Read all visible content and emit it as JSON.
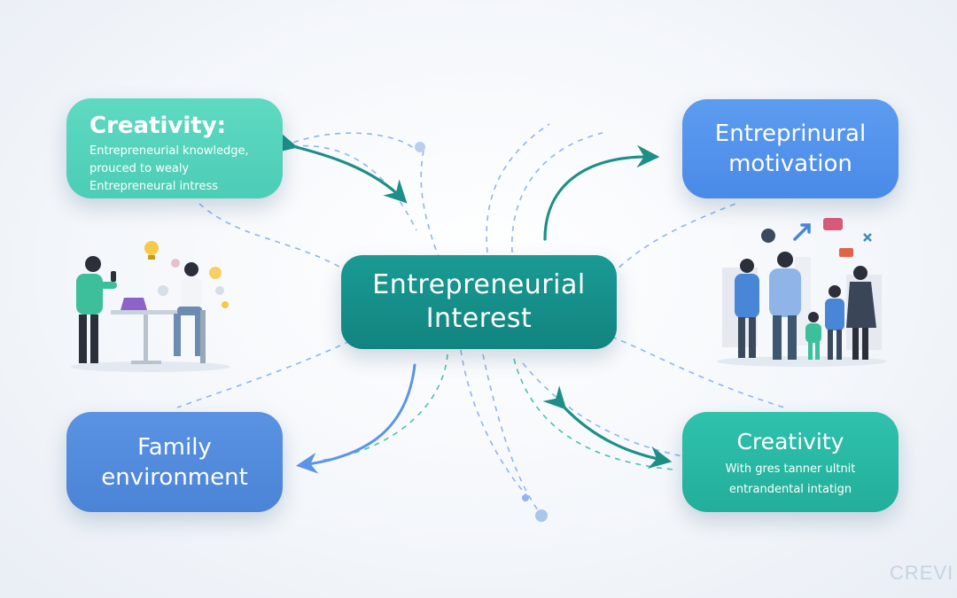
{
  "nodes": {
    "center": {
      "line1": "Entrepreneurial",
      "line2": "Interest"
    },
    "top_left": {
      "title": "Creativity:",
      "lines": [
        "Entrepreneurial knowledge,",
        "prouced to wealy",
        "Entrepreneural intress"
      ]
    },
    "top_right": {
      "line1": "Entreprinural",
      "line2": "motivation"
    },
    "bottom_left": {
      "line1": "Family",
      "line2": "environment"
    },
    "bottom_right": {
      "title": "Creativity",
      "lines": [
        "With gres tanner ultnit",
        "entrandental intatign"
      ]
    }
  },
  "illustrations": {
    "left": "person-working-with-laptop-and-lightbulb-ideas",
    "right": "family-group-with-chat-icons"
  },
  "watermark": "CREVI",
  "colors": {
    "center": "#15908a",
    "teal_light": "#55d3bc",
    "blue": "#5494ec",
    "blue_dark": "#4f88dc",
    "teal": "#28b8a3",
    "arrow_teal": "#1d8f88",
    "arrow_blue": "#5b95e8",
    "dash_blue": "#8fb6ea",
    "dash_teal": "#4cc0ad"
  }
}
